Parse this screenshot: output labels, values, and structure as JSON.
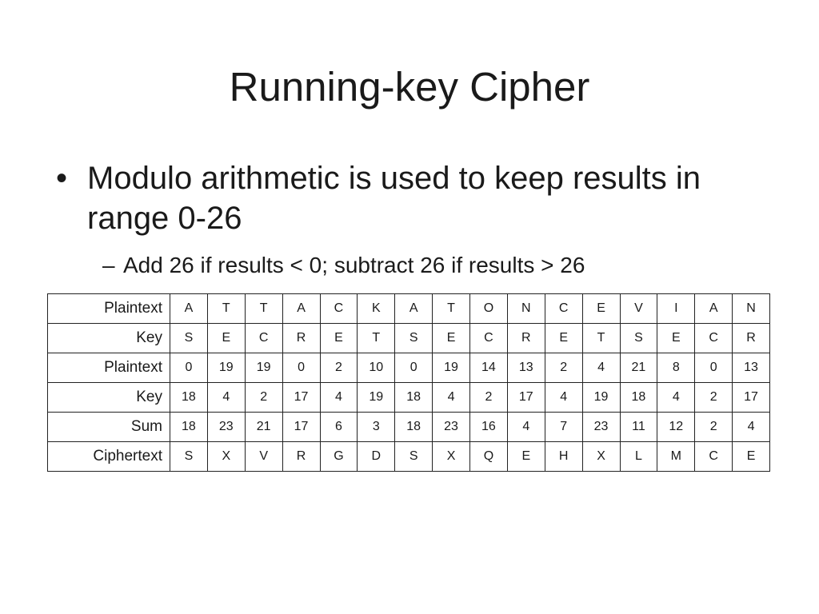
{
  "slide": {
    "title": "Running-key Cipher",
    "bullet": "Modulo arithmetic is used to keep results in range 0-26",
    "sub_bullet": "Add 26 if results < 0; subtract 26 if results > 26"
  },
  "table": {
    "rows": [
      {
        "label": "Plaintext",
        "cells": [
          "A",
          "T",
          "T",
          "A",
          "C",
          "K",
          "A",
          "T",
          "O",
          "N",
          "C",
          "E",
          "V",
          "I",
          "A",
          "N"
        ]
      },
      {
        "label": "Key",
        "cells": [
          "S",
          "E",
          "C",
          "R",
          "E",
          "T",
          "S",
          "E",
          "C",
          "R",
          "E",
          "T",
          "S",
          "E",
          "C",
          "R"
        ]
      },
      {
        "label": "Plaintext",
        "cells": [
          "0",
          "19",
          "19",
          "0",
          "2",
          "10",
          "0",
          "19",
          "14",
          "13",
          "2",
          "4",
          "21",
          "8",
          "0",
          "13"
        ]
      },
      {
        "label": "Key",
        "cells": [
          "18",
          "4",
          "2",
          "17",
          "4",
          "19",
          "18",
          "4",
          "2",
          "17",
          "4",
          "19",
          "18",
          "4",
          "2",
          "17"
        ]
      },
      {
        "label": "Sum",
        "cells": [
          "18",
          "23",
          "21",
          "17",
          "6",
          "3",
          "18",
          "23",
          "16",
          "4",
          "7",
          "23",
          "11",
          "12",
          "2",
          "4"
        ]
      },
      {
        "label": "Ciphertext",
        "cells": [
          "S",
          "X",
          "V",
          "R",
          "G",
          "D",
          "S",
          "X",
          "Q",
          "E",
          "H",
          "X",
          "L",
          "M",
          "C",
          "E"
        ]
      }
    ]
  }
}
